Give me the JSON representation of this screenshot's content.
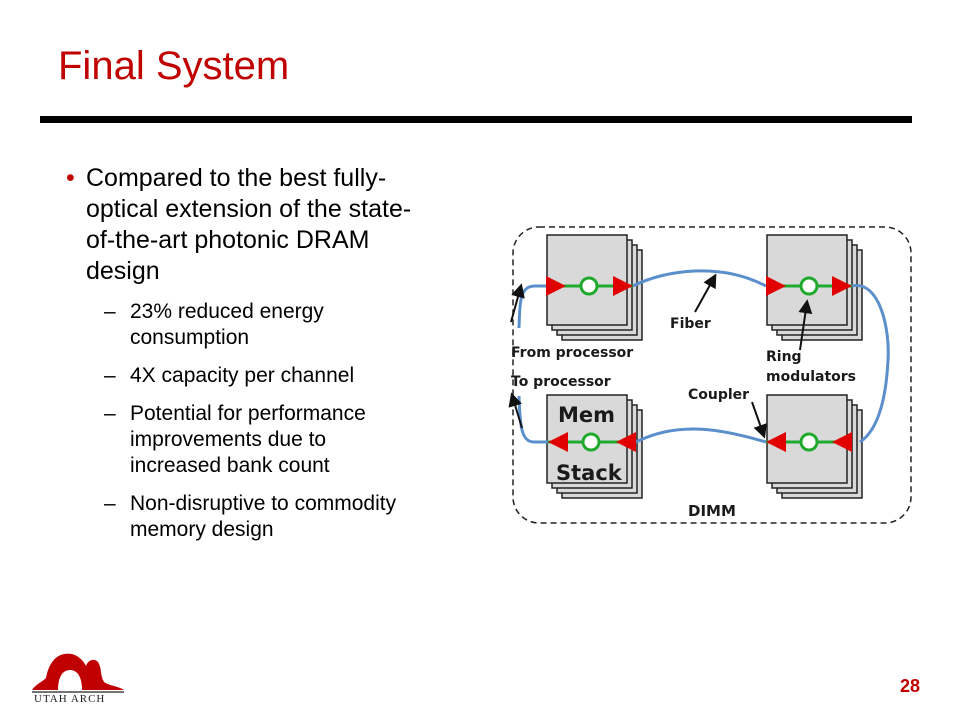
{
  "slide": {
    "title": "Final System",
    "page_number": "28"
  },
  "bullets": {
    "main": "Compared to the best fully-optical extension of the state-of-the-art photonic DRAM design",
    "main_lines": [
      "Compared to the best fully-",
      "optical extension of the state-",
      "of-the-art photonic DRAM",
      "design"
    ],
    "sub": [
      {
        "lines": [
          "23% reduced energy",
          "consumption"
        ]
      },
      {
        "lines": [
          "4X capacity per channel"
        ]
      },
      {
        "lines": [
          "Potential for performance",
          "improvements due to",
          "increased bank count"
        ]
      },
      {
        "lines": [
          "Non-disruptive to commodity",
          "memory design"
        ]
      }
    ]
  },
  "diagram": {
    "labels": {
      "fiber": "Fiber",
      "from_processor": "From processor",
      "to_processor": "To processor",
      "ring": "Ring",
      "modulators": "modulators",
      "coupler": "Coupler",
      "mem": "Mem",
      "stack": "Stack",
      "dimm": "DIMM"
    },
    "colors": {
      "fiber": "#5b8fcc",
      "coupler": "#e00000",
      "ring": "#1faa2e",
      "chip_fill": "#d9d9d9"
    }
  },
  "logo": {
    "text": "UTAH ARCH"
  }
}
